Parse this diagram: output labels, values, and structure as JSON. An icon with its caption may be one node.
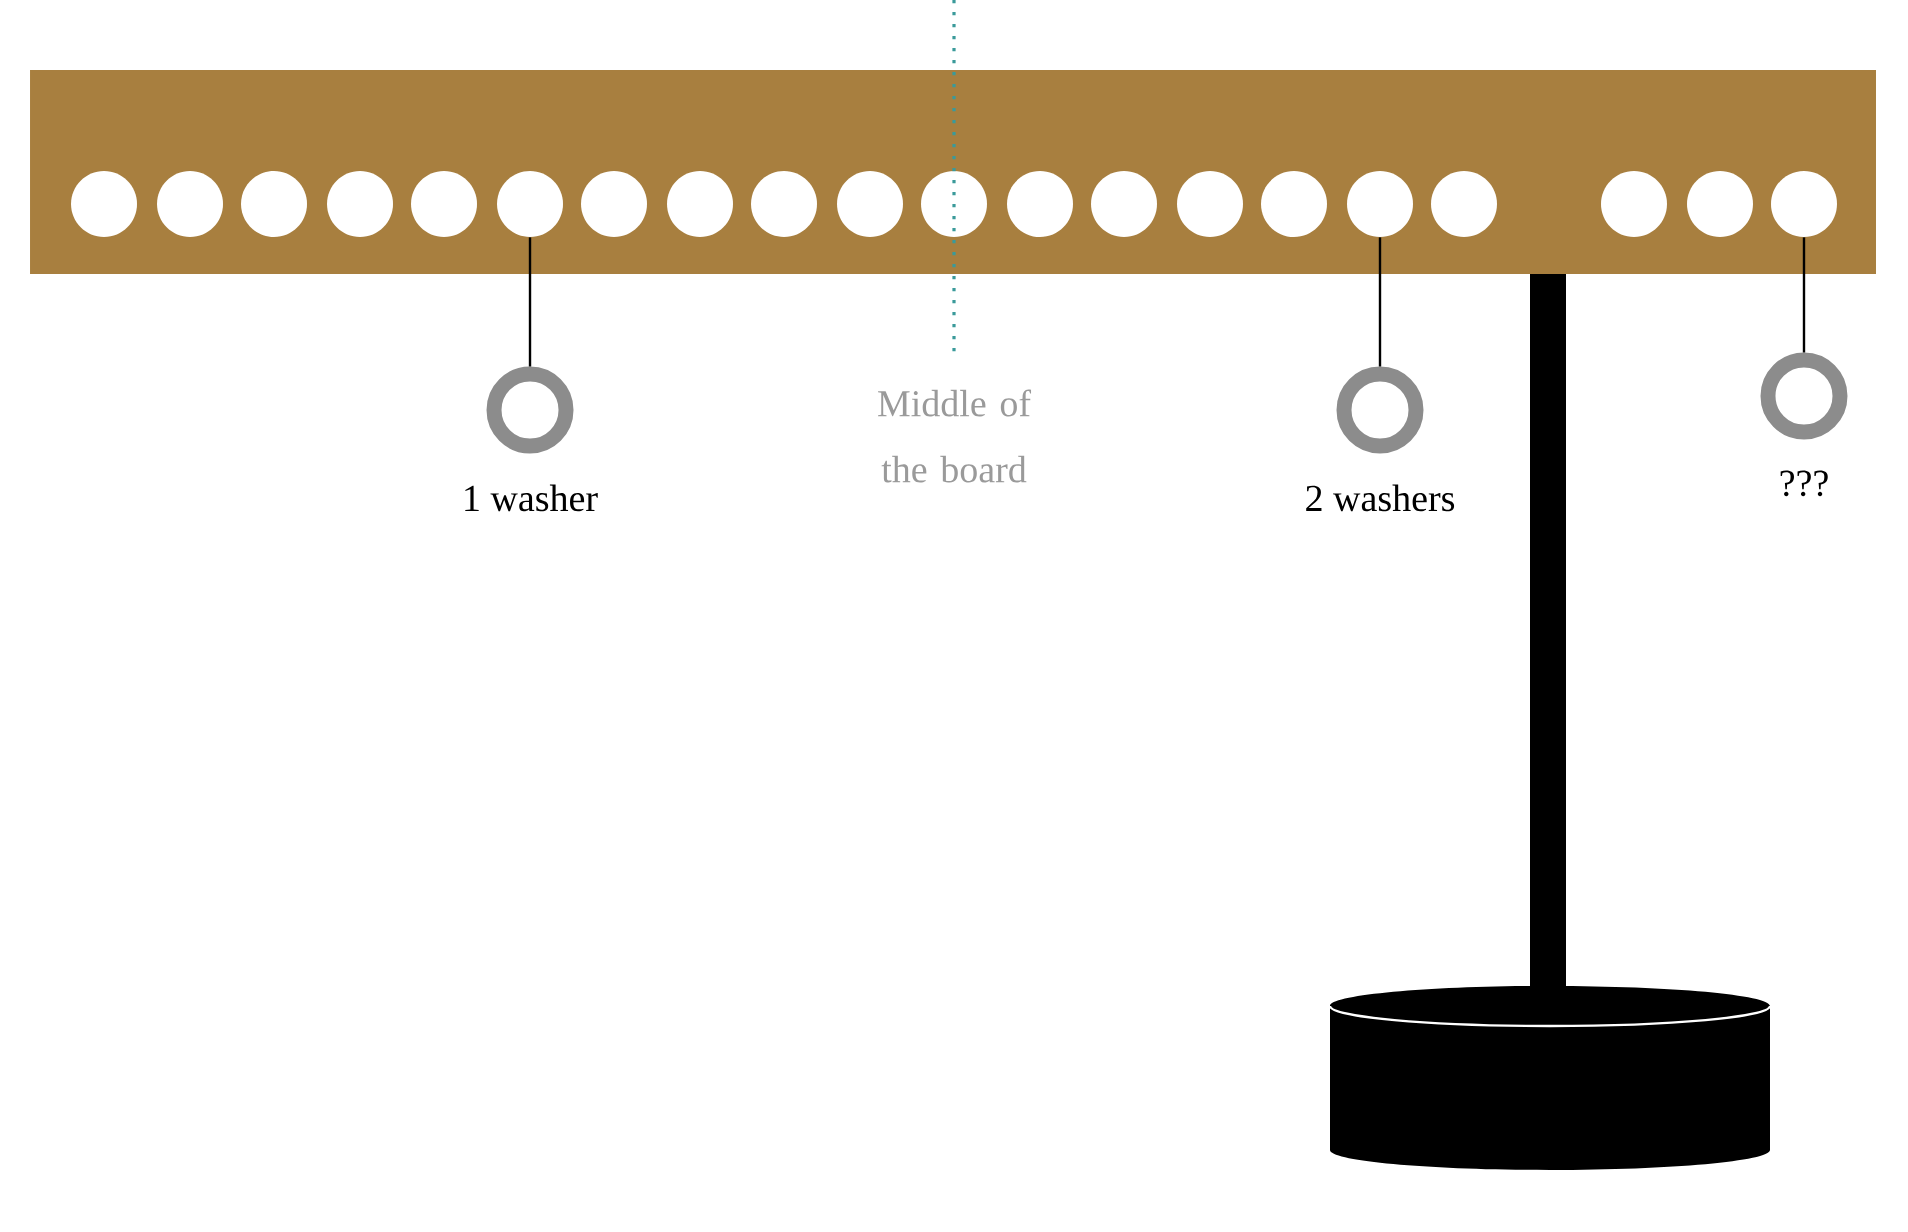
{
  "diagram": {
    "nodes": [
      {
        "text": [],
        "shape": "bar"
      },
      {
        "text": [],
        "shape": "circle",
        "in": 0
      },
      {
        "text": [],
        "shape": "circle",
        "in": 0
      },
      {
        "text": [],
        "shape": "circle",
        "in": 0
      },
      {
        "text": [],
        "shape": "circle",
        "in": 0
      },
      {
        "text": [],
        "shape": "circle",
        "in": 0
      },
      {
        "text": [],
        "shape": "circle",
        "in": 0
      },
      {
        "text": [],
        "shape": "circle",
        "in": 0
      },
      {
        "text": [],
        "shape": "circle",
        "in": 0
      },
      {
        "text": [],
        "shape": "circle",
        "in": 0
      },
      {
        "text": [],
        "shape": "circle",
        "in": 0
      },
      {
        "text": [],
        "shape": "circle",
        "in": 0
      },
      {
        "text": [],
        "shape": "circle",
        "in": 0
      },
      {
        "text": [],
        "shape": "circle",
        "in": 0
      },
      {
        "text": [],
        "shape": "circle",
        "in": 0
      },
      {
        "text": [],
        "shape": "circle",
        "in": 0
      },
      {
        "text": [],
        "shape": "circle",
        "in": 0
      },
      {
        "text": [],
        "shape": "circle",
        "in": 0
      },
      {
        "text": [],
        "shape": "circle",
        "in": 0
      },
      {
        "text": [],
        "shape": "circle",
        "in": 0
      },
      {
        "text": [],
        "shape": "circle",
        "in": 0
      },
      {
        "text": [],
        "shape": "ring",
        "beside": [
          "1 washer"
        ]
      },
      {
        "text": [],
        "shape": "ring",
        "beside": [
          "2 washers"
        ]
      },
      {
        "text": [],
        "shape": "ring",
        "beside": [
          "???"
        ]
      }
    ],
    "edges": [
      {
        "from": 6,
        "to": 21,
        "arrow": "none"
      },
      {
        "from": 16,
        "to": 22,
        "arrow": "none"
      },
      {
        "from": 20,
        "to": 23,
        "arrow": "none"
      }
    ],
    "labels": [
      "Middle of the board"
    ]
  }
}
